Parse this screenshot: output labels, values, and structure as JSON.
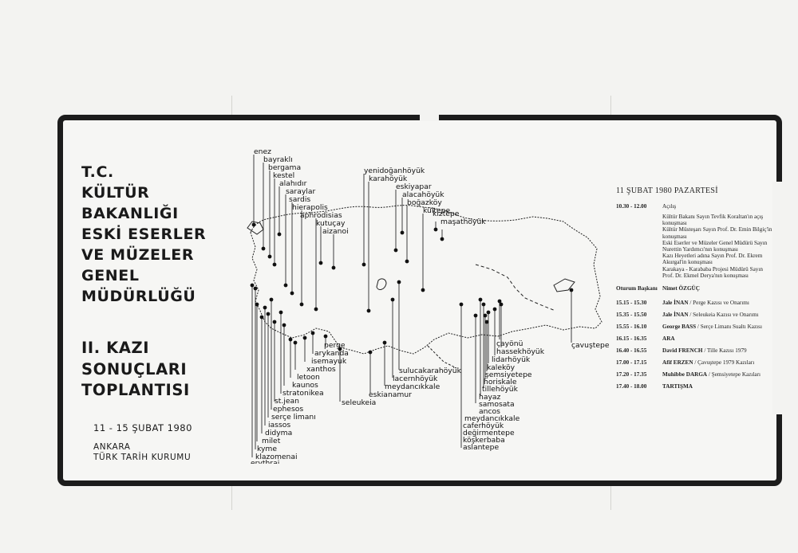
{
  "title_lines": [
    "T.C.",
    "KÜLTÜR",
    "BAKANLIĞI",
    "ESKİ ESERLER",
    "VE MÜZELER",
    "GENEL",
    "MÜDÜRLÜĞÜ"
  ],
  "subtitle_lines": [
    "II. KAZI",
    "SONUÇLARI",
    "TOPLANTISI"
  ],
  "dates": "11 - 15 ŞUBAT 1980",
  "publisher_lines": [
    "ANKARA",
    "TÜRK TARİH KURUMU"
  ],
  "map_sites_west": [
    "enez",
    "bayraklı",
    "bergama",
    "kestel",
    "alahıdır",
    "saraylar",
    "sardis",
    "hierapolis",
    "aphrodisias",
    "kutuçay",
    "aizanoi"
  ],
  "map_sites_north": [
    "yenidoğanhöyük",
    "karahöyük",
    "eskiyapar",
    "alacahöyük",
    "boğazköy",
    "kültepe",
    "kıztepe",
    "maşathöyük"
  ],
  "map_sites_south": [
    "perge",
    "arykanda",
    "isemayuk",
    "xanthos",
    "letoon",
    "kaunos",
    "stratonikea",
    "st.jean",
    "ephesos",
    "serçe limanı",
    "iassos",
    "didyma",
    "milet",
    "kyme",
    "klazomenai",
    "erythrai",
    "seleukeia",
    "eskianamur",
    "meydancıkkale",
    "lacernhöyük",
    "sulucakarahöyük"
  ],
  "map_sites_east": [
    "çayönü",
    "hassekhöyük",
    "lidarhöyük",
    "kaleköy",
    "şemsiyetepe",
    "horiskale",
    "tillehöyük",
    "hayaz",
    "samosata",
    "ancos",
    "meydancıkkale",
    "caferhöyük",
    "değirmentepe",
    "köşkerbaba",
    "aslantepe",
    "çavuştepe"
  ],
  "program": {
    "day": "11 ŞUBAT 1980 PAZARTESİ",
    "opening_time": "10.30 - 12.00",
    "opening_label": "Açılış",
    "opening_details": [
      "Kültür Bakanı Sayın Tevfik Koraltan'ın açış",
      "konuşması",
      "Kültür Müsteşarı Sayın Prof. Dr. Emin Bilgiç'in",
      "konuşması",
      "Eski Eserler ve Müzeler Genel Müdürü Sayın",
      "Nurettin Yardımcı'nın konuşması",
      "Kazı Heyetleri adına Sayın Prof. Dr. Ekrem",
      "Akurgal'in konuşması",
      "Karakaya - Karababa Projesi Müdürü Sayın",
      "Prof. Dr. Ekmel Derya'nın konuşması"
    ],
    "chair_label": "Oturum Başkanı",
    "chair_name": "Nimet ÖZGÜÇ",
    "sessions": [
      {
        "time": "15.15 - 15.30",
        "speaker": "Jale İNAN",
        "topic": " / Perge Kazısı ve Onarımı"
      },
      {
        "time": "15.35 - 15.50",
        "speaker": "Jale İNAN",
        "topic": " / Seleukeia Kazısı ve Onarımı"
      },
      {
        "time": "15.55 - 16.10",
        "speaker": "George BASS",
        "topic": " / Serçe Limanı Sualtı Kazısı"
      },
      {
        "time": "16.15 - 16.35",
        "speaker": "ARA",
        "topic": ""
      },
      {
        "time": "16.40 - 16.55",
        "speaker": "David FRENCH",
        "topic": " / Tille Kazısı 1979"
      },
      {
        "time": "17.00 - 17.15",
        "speaker": "Afif ERZEN",
        "topic": " / Çavuştepe 1979 Kazıları"
      },
      {
        "time": "17.20 - 17.35",
        "speaker": "Muhibbe DARGA",
        "topic": " / Şemsiyetepe Kazıları"
      },
      {
        "time": "17.40 - 18.00",
        "speaker": "TARTIŞMA",
        "topic": ""
      }
    ]
  }
}
